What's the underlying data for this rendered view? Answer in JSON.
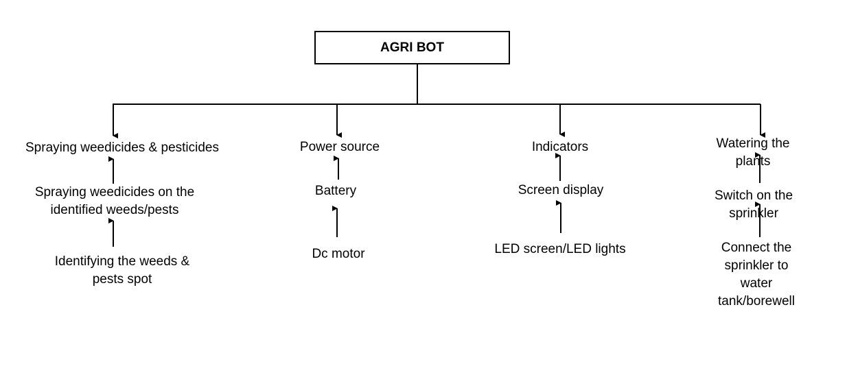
{
  "root": {
    "label": "AGRI BOT"
  },
  "branches": [
    {
      "top": "Spraying weedicides & pesticides",
      "middle": "Spraying weedicides on the\nidentified weeds/pests",
      "bottom": "Identifying the weeds &\npests spot"
    },
    {
      "top": "Power source",
      "middle": "Battery",
      "bottom": "Dc motor"
    },
    {
      "top": "Indicators",
      "middle": "Screen display",
      "bottom": "LED screen/LED lights"
    },
    {
      "top": "Watering the plants",
      "middle": "Switch on the sprinkler",
      "bottom": "Connect the sprinkler to\nwater tank/borewell"
    }
  ]
}
